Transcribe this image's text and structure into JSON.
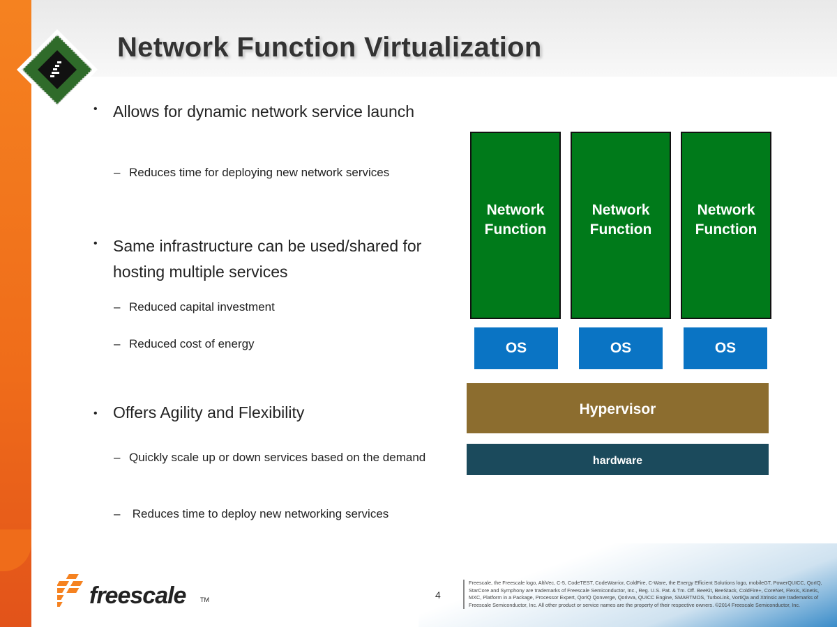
{
  "title": "Network Function Virtualization",
  "bullets": [
    {
      "text": "Allows for dynamic network service launch",
      "subs": [
        "Reduces time for deploying new network services"
      ]
    },
    {
      "text": "Same infrastructure can be used/shared for hosting multiple services",
      "subs": [
        "Reduced capital investment",
        "Reduced cost of energy"
      ]
    },
    {
      "text": "Offers Agility and Flexibility",
      "subs": [
        "Quickly scale up or down services based on the demand",
        " Reduces time to deploy new networking services"
      ]
    }
  ],
  "diagram": {
    "network_functions": [
      "Network Function",
      "Network Function",
      "Network Function"
    ],
    "os": [
      "OS",
      "OS",
      "OS"
    ],
    "hypervisor": "Hypervisor",
    "hardware": "hardware",
    "colors": {
      "nf": "#007a1a",
      "os": "#0a74c4",
      "hypervisor": "#8c6d2f",
      "hardware": "#1b4a5c"
    }
  },
  "footer": {
    "brand": "freescale",
    "tm": "TM",
    "page": "4",
    "legal": "Freescale, the Freescale logo, AltiVec, C-5, CodeTEST, CodeWarrior, ColdFire, C-Ware, the Energy Efficient Solutions logo, mobileGT, PowerQUICC, QorIQ, StarCore and Symphony are trademarks of Freescale Semiconductor, Inc., Reg. U.S. Pat. & Tm. Off. BeeKit, BeeStack, ColdFire+, CoreNet, Flexis, Kinetis, MXC, Platform in a Package, Processor Expert, QorIQ Qonverge, Qorivva, QUICC Engine, SMARTMOS, TurboLink, VortiQa and Xtrinsic are trademarks of Freescale Semiconductor, Inc. All other product or service names are the property of their respective owners. ©2014 Freescale Semiconductor, Inc."
  }
}
